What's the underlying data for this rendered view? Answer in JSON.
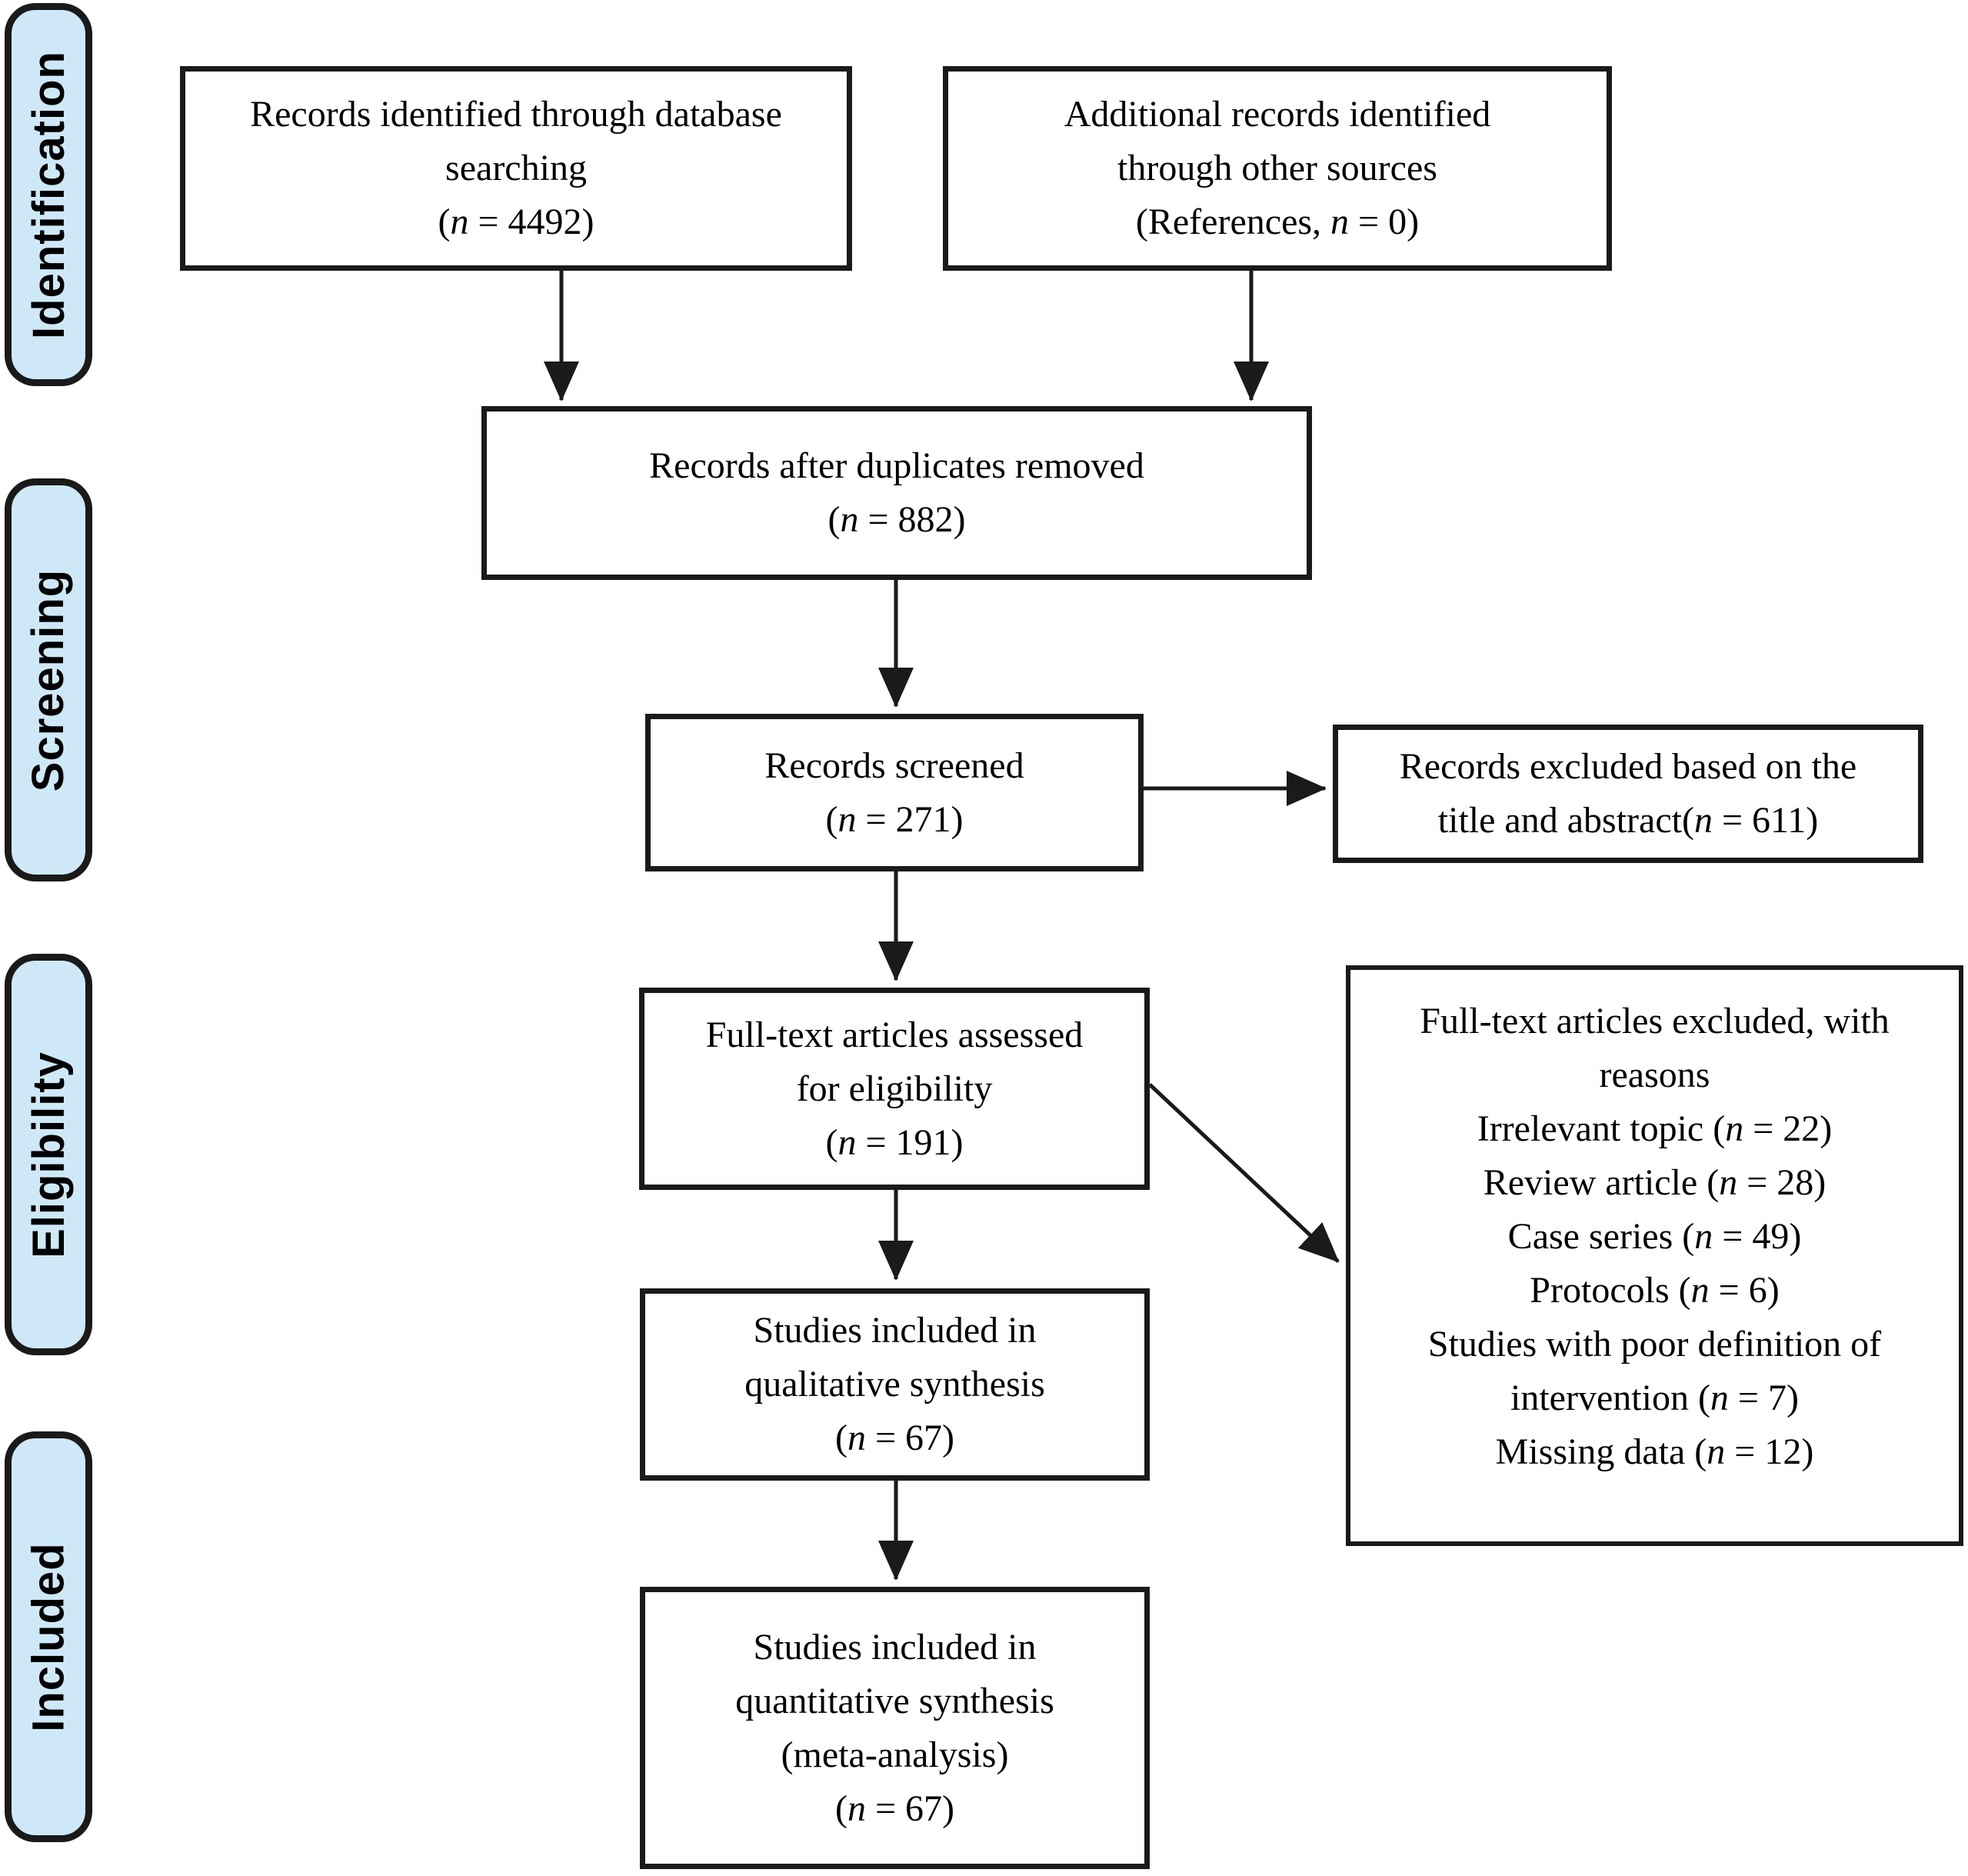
{
  "figure": {
    "type": "prisma-flow-diagram",
    "stages": [
      {
        "id": "identification",
        "label": "Identification"
      },
      {
        "id": "screening",
        "label": "Screening"
      },
      {
        "id": "eligibility",
        "label": "Eligibility"
      },
      {
        "id": "included",
        "label": "Included"
      }
    ],
    "boxes": {
      "database_records": {
        "lines": [
          "Records identified through database",
          "searching",
          "(n = 4492)"
        ]
      },
      "additional_records": {
        "lines": [
          "Additional records identified",
          "through other sources",
          "(References, n = 0)"
        ]
      },
      "after_duplicates": {
        "lines": [
          "Records after duplicates removed",
          "(n = 882)"
        ]
      },
      "records_screened": {
        "lines": [
          "Records screened",
          "(n = 271)"
        ]
      },
      "records_excluded": {
        "lines": [
          "Records excluded based on the",
          "title and abstract(n = 611)"
        ]
      },
      "fulltext_assessed": {
        "lines": [
          "Full-text articles assessed",
          "for eligibility",
          "(n = 191)"
        ]
      },
      "fulltext_excluded": {
        "lines": [
          "Full-text articles excluded, with",
          "reasons",
          "Irrelevant topic (n = 22)",
          "Review article (n = 28)",
          "Case series (n = 49)",
          "Protocols (n = 6)",
          "Studies with poor definition of",
          "intervention (n = 7)",
          "Missing data (n = 12)"
        ]
      },
      "qualitative_synthesis": {
        "lines": [
          "Studies included in",
          "qualitative synthesis",
          "(n = 67)"
        ]
      },
      "quantitative_synthesis": {
        "lines": [
          "Studies included in",
          "quantitative synthesis",
          "(meta-analysis)",
          "(n = 67)"
        ]
      }
    },
    "colors": {
      "stage_fill": "#cfe8f8",
      "stage_border": "#1a1a1a",
      "box_border": "#1a1a1a",
      "box_fill": "#ffffff",
      "arrow": "#1a1a1a",
      "text": "#000000",
      "background": "#ffffff"
    }
  }
}
